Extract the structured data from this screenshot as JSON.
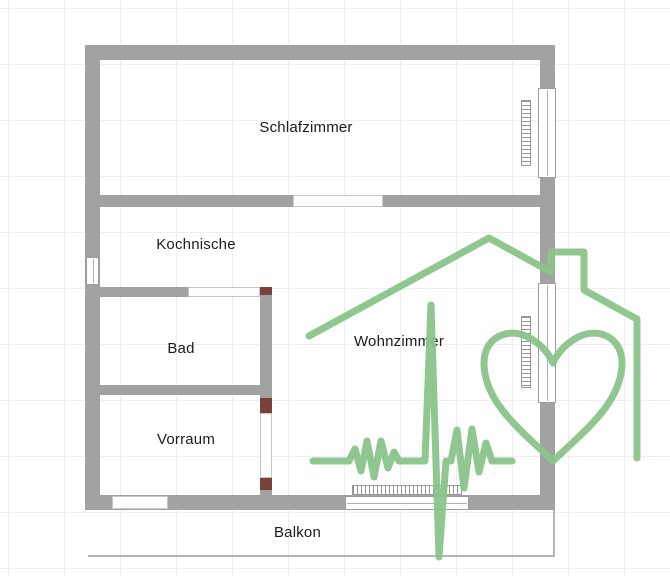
{
  "floor_plan": {
    "rooms": [
      {
        "id": "schlafzimmer",
        "label": "Schlafzimmer"
      },
      {
        "id": "kochnische",
        "label": "Kochnische"
      },
      {
        "id": "bad",
        "label": "Bad"
      },
      {
        "id": "vorraum",
        "label": "Vorraum"
      },
      {
        "id": "wohnzimmer",
        "label": "Wohnzimmer"
      },
      {
        "id": "balkon",
        "label": "Balkon"
      }
    ],
    "colors": {
      "wall": "#a2a2a2",
      "door_frame": "#7a423c",
      "logo_green": "#8bc48b",
      "grid_line": "#efefef",
      "background": "#ffffff"
    },
    "watermark_icon": "house-heart-pulse-logo"
  }
}
